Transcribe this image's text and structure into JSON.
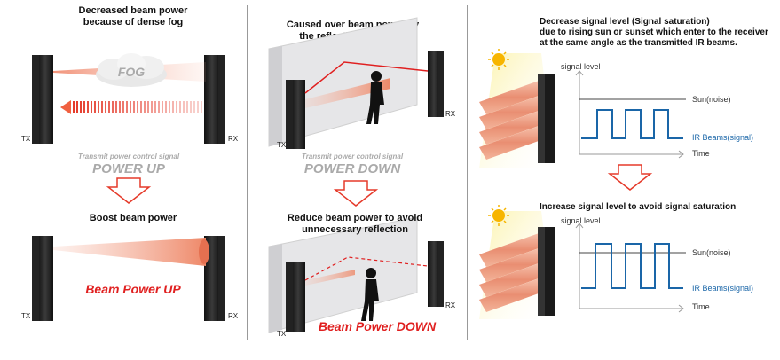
{
  "panel1": {
    "title_top": [
      "Decreased beam power",
      "because of dense fog"
    ],
    "fog_label": "FOG",
    "tx": "TX",
    "rx": "RX",
    "signal_caption": "Transmit power control signal",
    "power_up": "POWER UP",
    "title_bottom": "Boost beam power",
    "tx2": "TX",
    "rx2": "RX",
    "result": "Beam Power UP"
  },
  "panel2": {
    "title_top": [
      "Caused over beam power by",
      "the reflection from wall"
    ],
    "tx": "TX",
    "rx": "RX",
    "signal_caption": "Transmit power control signal",
    "power_down": "POWER DOWN",
    "title_bottom": [
      "Reduce beam power to avoid",
      "unnecessary reflection"
    ],
    "tx2": "TX",
    "rx2": "RX",
    "result": "Beam Power DOWN"
  },
  "panel3": {
    "title_top": [
      "Decrease signal level (Signal saturation)",
      "due to rising sun or sunset which enter to the receiver",
      "at the same angle as the transmitted IR beams."
    ],
    "ylabel": "signal level",
    "sun_label": "Sun(noise)",
    "ir_label": "IR Beams(signal)",
    "xlabel": "Time",
    "title_bottom": "Increase signal level to avoid signal saturation",
    "ylabel2": "signal level",
    "sun_label2": "Sun(noise)",
    "ir_label2": "IR Beams(signal)",
    "xlabel2": "Time"
  },
  "colors": {
    "beam": "#f2a08c",
    "red_text": "#e02020",
    "ir_signal": "#1a66a8",
    "arrow_outline": "#e53a2a",
    "grey_text": "#aaaaaa"
  }
}
